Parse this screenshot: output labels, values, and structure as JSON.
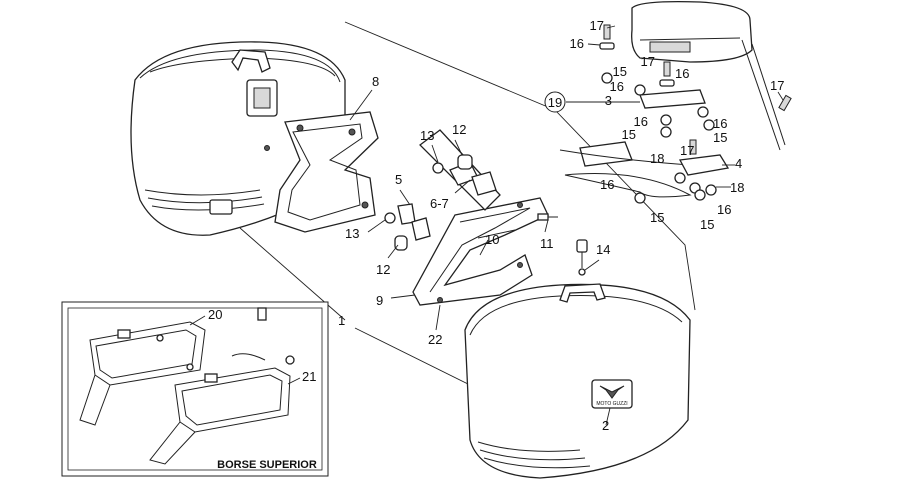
{
  "labels": {
    "l1": "1",
    "l2": "2",
    "l3": "3",
    "l4": "4",
    "l5": "5",
    "l6_7": "6-7",
    "l8": "8",
    "l9": "9",
    "l10": "10",
    "l11": "11",
    "l12a": "12",
    "l12b": "12",
    "l13a": "13",
    "l13b": "13",
    "l14": "14",
    "l15a": "15",
    "l15b": "15",
    "l15c": "15",
    "l15d": "15",
    "l15e": "15",
    "l16a": "16",
    "l16b": "16",
    "l16c": "16",
    "l16d": "16",
    "l16e": "16",
    "l16f": "16",
    "l17a": "17",
    "l17b": "17",
    "l17c": "17",
    "l17d": "17",
    "l18a": "18",
    "l18b": "18",
    "l19": "19",
    "l20": "20",
    "l21": "21",
    "l22": "22"
  },
  "inset": {
    "title": "BORSE SUPERIOR"
  },
  "badge": {
    "text": "MOTO GUZZI"
  }
}
